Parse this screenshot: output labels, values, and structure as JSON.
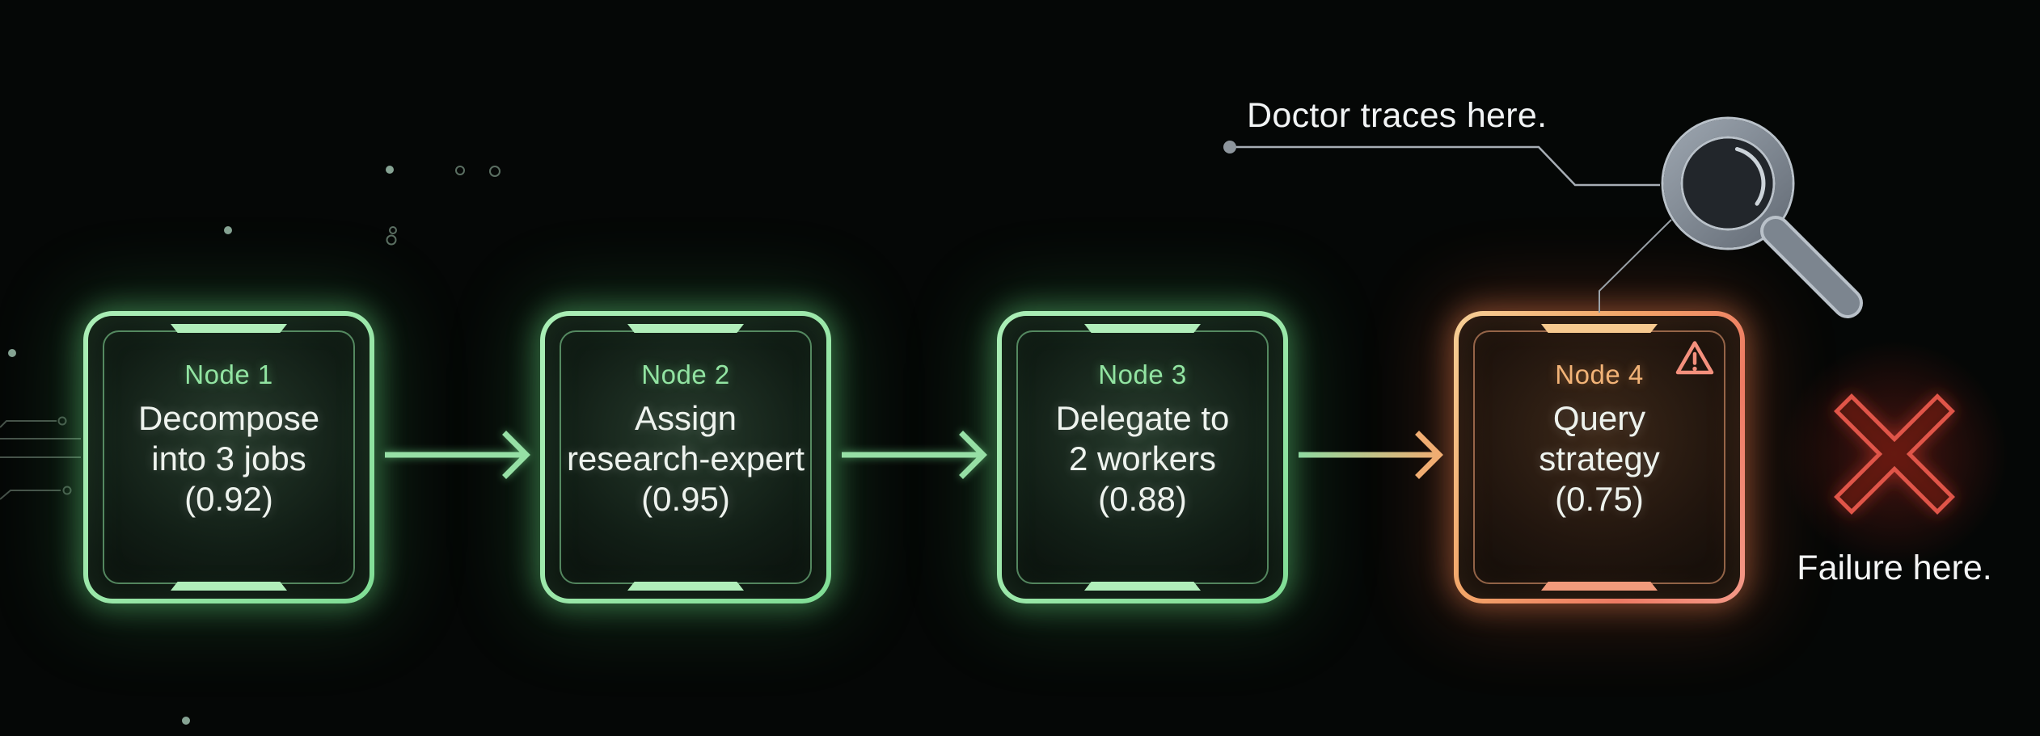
{
  "diagram": {
    "background": "#050706",
    "nodes": [
      {
        "name": "Node 1",
        "label_lines": [
          "Decompose",
          "into 3 jobs",
          "(0.92)"
        ],
        "confidence": "0.92",
        "status": "ok"
      },
      {
        "name": "Node 2",
        "label_lines": [
          "Assign",
          "research-expert",
          "(0.95)"
        ],
        "confidence": "0.95",
        "status": "ok"
      },
      {
        "name": "Node 3",
        "label_lines": [
          "Delegate to",
          "2 workers",
          "(0.88)"
        ],
        "confidence": "0.88",
        "status": "ok"
      },
      {
        "name": "Node 4",
        "label_lines": [
          "Query",
          "strategy",
          "(0.75)"
        ],
        "confidence": "0.75",
        "status": "warning",
        "badge_icon": "warning-triangle-icon"
      }
    ],
    "edges": [
      {
        "from": "Node 1",
        "to": "Node 2",
        "style": "green"
      },
      {
        "from": "Node 2",
        "to": "Node 3",
        "style": "green"
      },
      {
        "from": "Node 3",
        "to": "Node 4",
        "style": "green-to-orange"
      }
    ],
    "annotations": {
      "doctor": {
        "label": "Doctor traces here.",
        "icon": "magnifying-glass-icon"
      },
      "failure": {
        "label": "Failure here.",
        "icon": "x-mark-icon"
      }
    },
    "colors": {
      "node_ok_border": "#9de8ab",
      "node_warn_border_start": "#f7cf96",
      "node_warn_border_end": "#ee7a63",
      "title_ok": "#92e4a2",
      "title_warn": "#f2b377",
      "body_text": "#eef3ee",
      "edge_ok": "#96dfa5",
      "edge_warn_end": "#f0ad72",
      "annotation_line": "#a7aeb5",
      "failure_red": "#e0544a"
    }
  }
}
